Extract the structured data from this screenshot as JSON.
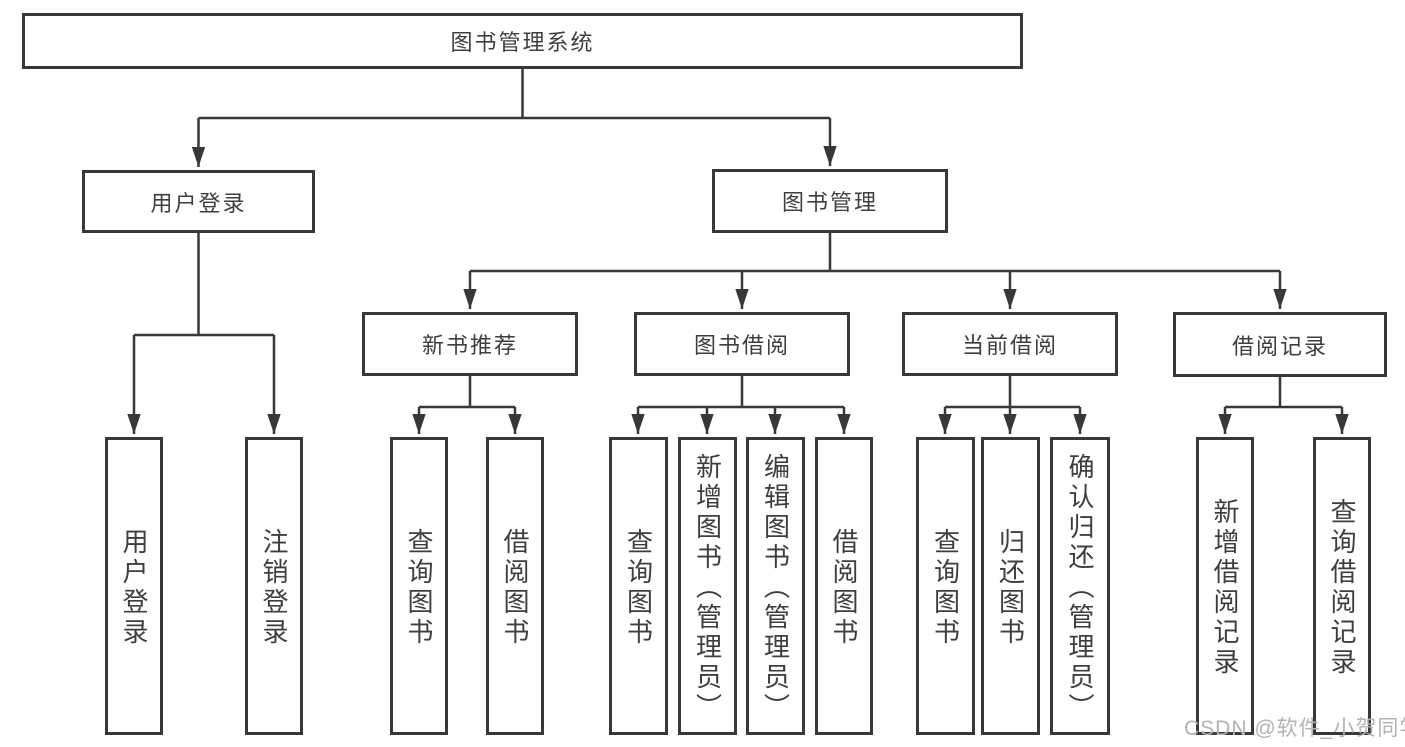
{
  "tree": {
    "root": {
      "label": "图书管理系统"
    },
    "branches": [
      {
        "label": "用户登录",
        "children": [
          {
            "label": "用户登录"
          },
          {
            "label": "注销登录"
          }
        ]
      },
      {
        "label": "图书管理",
        "sections": [
          {
            "label": "新书推荐",
            "children": [
              {
                "label": "查询图书"
              },
              {
                "label": "借阅图书"
              }
            ]
          },
          {
            "label": "图书借阅",
            "children": [
              {
                "label": "查询图书"
              },
              {
                "label": "新增图书（管理员）"
              },
              {
                "label": "编辑图书（管理员）"
              },
              {
                "label": "借阅图书"
              }
            ]
          },
          {
            "label": "当前借阅",
            "children": [
              {
                "label": "查询图书"
              },
              {
                "label": "归还图书"
              },
              {
                "label": "确认归还（管理员）"
              }
            ]
          },
          {
            "label": "借阅记录",
            "children": [
              {
                "label": "新增借阅记录"
              },
              {
                "label": "查询借阅记录"
              }
            ]
          }
        ]
      }
    ]
  },
  "watermark": {
    "text": "CSDN @软件_小贺同学"
  },
  "colors": {
    "line": "#383838",
    "box_border": "#383838",
    "text": "#3e3e3e",
    "watermark": "#b3b3b3",
    "background": "#ffffff"
  }
}
